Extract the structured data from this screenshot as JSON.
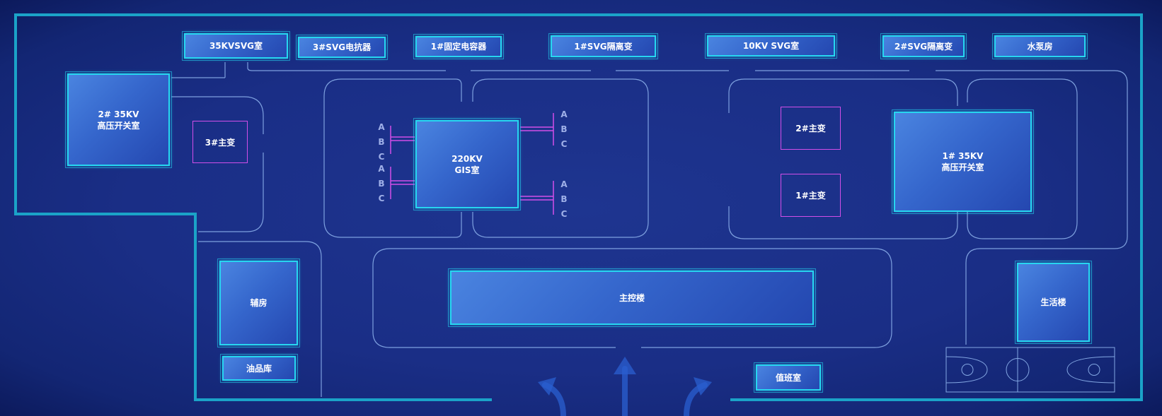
{
  "rooms": {
    "svg35kv": "35KVSVG室",
    "svg3_reactor": "3#SVG电抗器",
    "fixed_capacitor1": "1#固定电容器",
    "svg1_isolation": "1#SVG隔离变",
    "svg10kv": "10KV SVG室",
    "svg2_isolation": "2#SVG隔离变",
    "pump_house": "水泵房",
    "hv_switch2": "2# 35KV\n高压开关室",
    "gis220": "220KV\nGIS室",
    "hv_switch1": "1# 35KV\n高压开关室",
    "main_control": "主控楼",
    "aux_room": "辅房",
    "oil_store": "油品库",
    "living": "生活楼",
    "duty_room": "值班室"
  },
  "transformers": {
    "t3": "3#主变",
    "t2": "2#主变",
    "t1": "1#主变"
  },
  "phases": {
    "left_top": [
      "A",
      "B",
      "C"
    ],
    "left_bottom": [
      "A",
      "B",
      "C"
    ],
    "right_top": [
      "A",
      "B",
      "C"
    ],
    "right_bottom": [
      "A",
      "B",
      "C"
    ]
  },
  "colors": {
    "background": "#1a2e86",
    "wall": "#1ba3c8",
    "room_border": "#27d6f0",
    "transformer_border": "#d24ee8",
    "road": "#8fb4ee"
  }
}
